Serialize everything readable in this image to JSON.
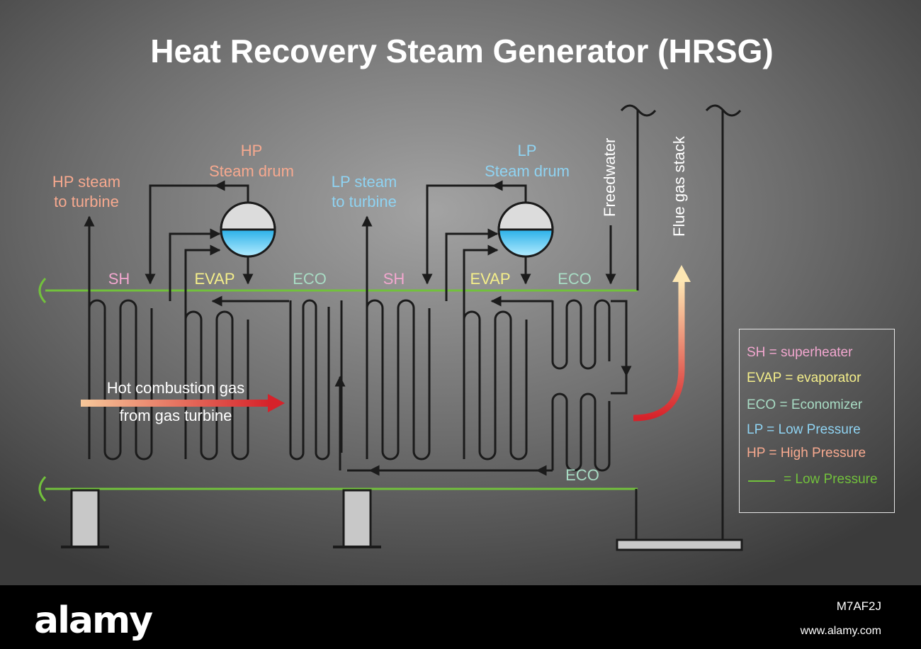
{
  "title": "Heat Recovery Steam Generator (HRSG)",
  "labels": {
    "hp_drum_line1": "HP",
    "hp_drum_line2": "Steam drum",
    "hp_steam_line1": "HP steam",
    "hp_steam_line2": "to turbine",
    "lp_drum_line1": "LP",
    "lp_drum_line2": "Steam drum",
    "lp_steam_line1": "LP steam",
    "lp_steam_line2": "to turbine",
    "feedwater": "Freedwater",
    "flue_gas": "Flue gas stack",
    "hp_sh": "SH",
    "hp_evap": "EVAP",
    "hp_eco": "ECO",
    "lp_sh": "SH",
    "lp_evap": "EVAP",
    "lp_eco": "ECO",
    "lower_eco": "ECO",
    "hot_gas_line1": "Hot combustion gas",
    "hot_gas_line2": "from gas turbine"
  },
  "legend": [
    {
      "text": "SH = superheater",
      "color": "#f2a7cf"
    },
    {
      "text": "EVAP = evaporator",
      "color": "#f4ee8a"
    },
    {
      "text": "ECO = Economizer",
      "color": "#a8dcc4"
    },
    {
      "text": "LP = Low Pressure",
      "color": "#8fd3f2"
    },
    {
      "text": "HP = High Pressure",
      "color": "#f7a98f"
    },
    {
      "text": "= Low Pressure",
      "color": "#72c13c"
    }
  ],
  "colors": {
    "background_center": "#9a9a9a",
    "background_edge": "#3d3d3d",
    "pipe": "#1b1b1b",
    "green_line": "#72c13c",
    "drum_water": "#4fc6ee",
    "gas_arrow_start": "#f7c89a",
    "gas_arrow_end": "#d6222a",
    "sh": "#f2a7cf",
    "evap": "#f4ee8a",
    "eco": "#a8dcc4",
    "lp": "#8fd3f2",
    "hp": "#f7a98f"
  },
  "watermark": {
    "brand": "alamy",
    "image_id": "M7AF2J",
    "url": "www.alamy.com"
  }
}
